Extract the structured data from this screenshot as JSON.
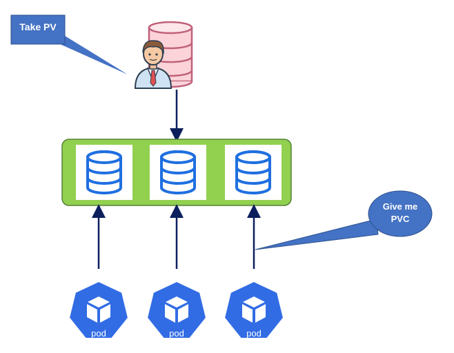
{
  "diagram": {
    "admin_callout": {
      "text": "Take PV"
    },
    "pod_callout": {
      "lines": [
        "Give me",
        "PVC"
      ]
    },
    "persistent_volumes": {
      "count": 3
    },
    "pods": [
      {
        "label": "pod"
      },
      {
        "label": "pod"
      },
      {
        "label": "pod"
      }
    ]
  },
  "colors": {
    "callout_blue": "#4472c4",
    "pool_green": "#92d050",
    "pool_border": "#548235",
    "db_icon_blue": "#1f6fe0",
    "arrow_navy": "#0b1f5c",
    "k8s_blue": "#326ce5",
    "db_pink": "#fbd3d8",
    "db_pink_stroke": "#c0607a"
  },
  "icons": {
    "admin": "admin-user-icon",
    "storage": "database-icon",
    "pod": "kubernetes-pod-icon"
  }
}
